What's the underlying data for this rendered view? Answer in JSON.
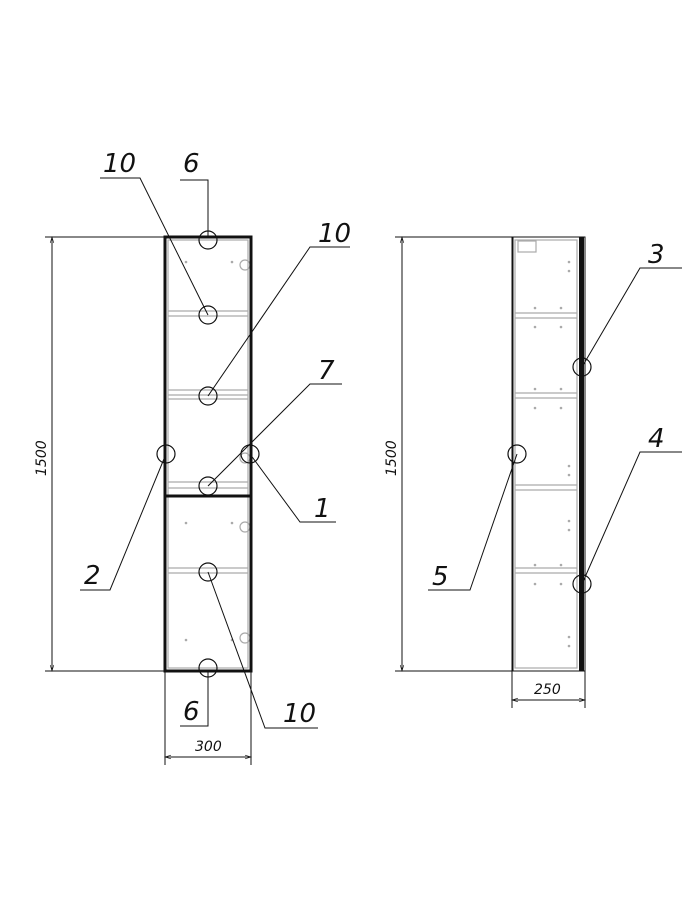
{
  "drawing": {
    "front_view": {
      "dimensions": {
        "height": "1500",
        "width": "300"
      },
      "callouts": {
        "top_hinge": "6",
        "shelf_top": "10",
        "shelf_mid": "10",
        "divider": "7",
        "right_side": "1",
        "left_side": "2",
        "bottom_hinge": "6",
        "shelf_bottom": "10"
      }
    },
    "side_view": {
      "dimensions": {
        "height": "1500",
        "depth": "250"
      },
      "callouts": {
        "door_upper": "3",
        "door_lower": "4",
        "back_panel": "5"
      }
    }
  }
}
